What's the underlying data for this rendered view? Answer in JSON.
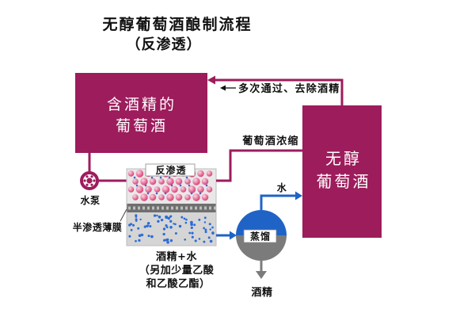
{
  "title": {
    "main": "无醇葡萄酒酿制流程",
    "sub": "（反渗透）"
  },
  "nodes": {
    "alcoholic_wine": {
      "lines": [
        "含酒精的",
        "葡萄酒"
      ]
    },
    "dealcoholized_wine": {
      "lines": [
        "无醇",
        "葡萄酒"
      ]
    },
    "pump": {
      "label": "水泵",
      "icon": "pump-icon"
    },
    "reverse_osmosis": {
      "label": "反渗透"
    },
    "membrane": {
      "label": "半渗透薄膜"
    },
    "distillation": {
      "label": "蒸馏"
    }
  },
  "flows": {
    "recycle": {
      "label": "多次通过、去除酒精",
      "icon": "left-arrow-icon"
    },
    "concentrate": {
      "label": "葡萄酒浓缩"
    },
    "water": {
      "label": "水"
    },
    "permeate": {
      "lines": [
        "酒精+水",
        "（另加少量乙酸",
        "和乙酸乙酯）"
      ]
    },
    "alcohol_out": {
      "label": "酒精"
    }
  },
  "colors": {
    "wine": "#9d1c5c",
    "wine_molecule": "#d8336e",
    "water": "#1f63c6",
    "water_molecule": "#2c6cd6",
    "membrane": "#6f6f6f",
    "alcohol": "#7b7b7b"
  }
}
